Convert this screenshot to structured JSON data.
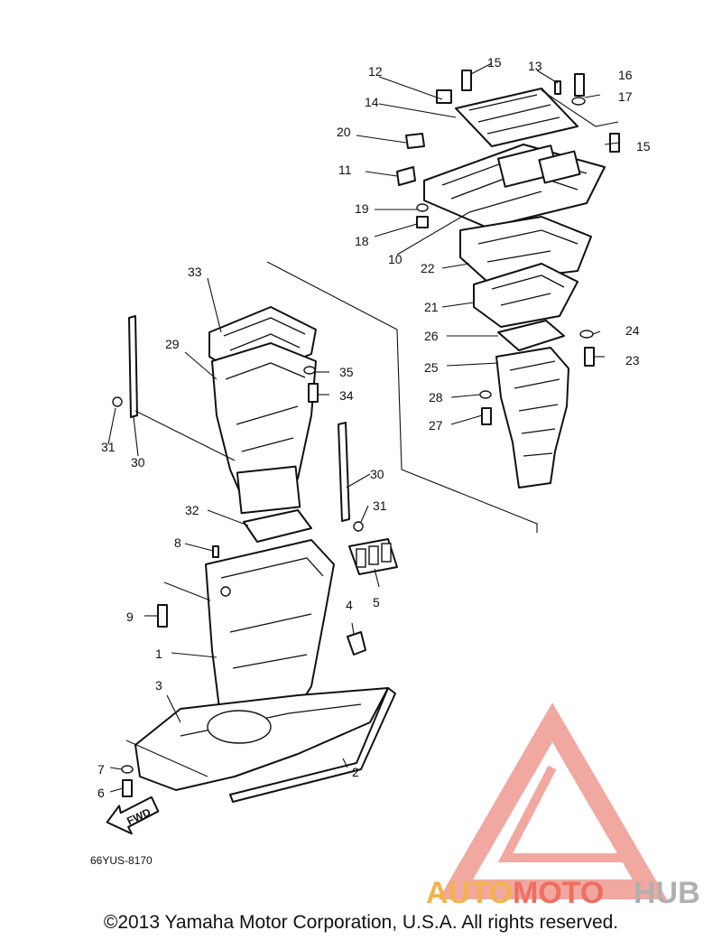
{
  "diagram": {
    "labels": [
      "1",
      "2",
      "3",
      "4",
      "5",
      "6",
      "7",
      "8",
      "9",
      "10",
      "11",
      "12",
      "13",
      "14",
      "15",
      "16",
      "17",
      "18",
      "19",
      "20",
      "21",
      "22",
      "23",
      "24",
      "25",
      "26",
      "27",
      "28",
      "29",
      "30",
      "31",
      "32",
      "33",
      "34",
      "35"
    ],
    "diagram_code": "66YUS-8170",
    "fwd_label": "FWD"
  },
  "watermark": {
    "auto": "AUTO",
    "moto": "MOTO",
    "hub": "HUB",
    "colors": {
      "auto": "#f4b24c",
      "moto": "#ee6f61",
      "hub": "#b0b0b0"
    }
  },
  "copyright": "©2013 Yamaha Motor Corporation, U.S.A. All rights reserved."
}
